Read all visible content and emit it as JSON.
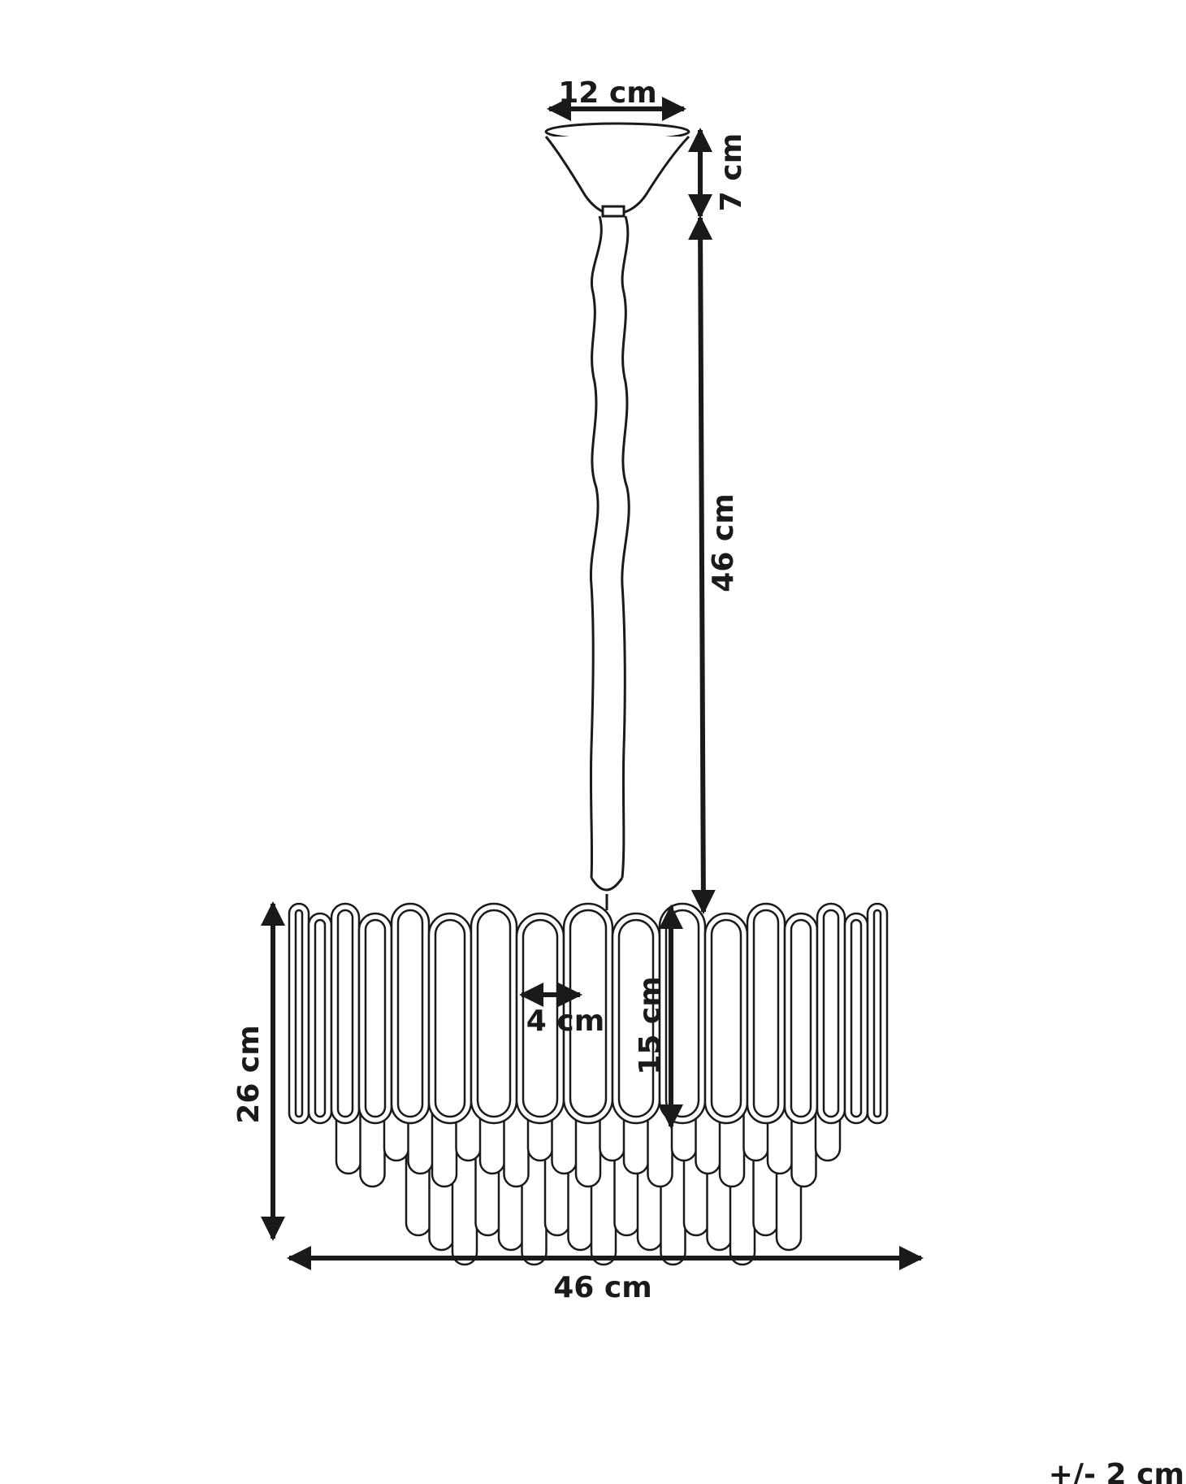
{
  "diagram": {
    "dimensions": {
      "canopy_width": "12 cm",
      "canopy_height": "7 cm",
      "chain_length": "46 cm",
      "shade_height": "26 cm",
      "shade_diameter": "46 cm",
      "panel_width": "4 cm",
      "panel_height": "15 cm"
    },
    "tolerance": "+/- 2 cm",
    "colors": {
      "line": "#1a1a1a",
      "background": "#ffffff"
    }
  }
}
